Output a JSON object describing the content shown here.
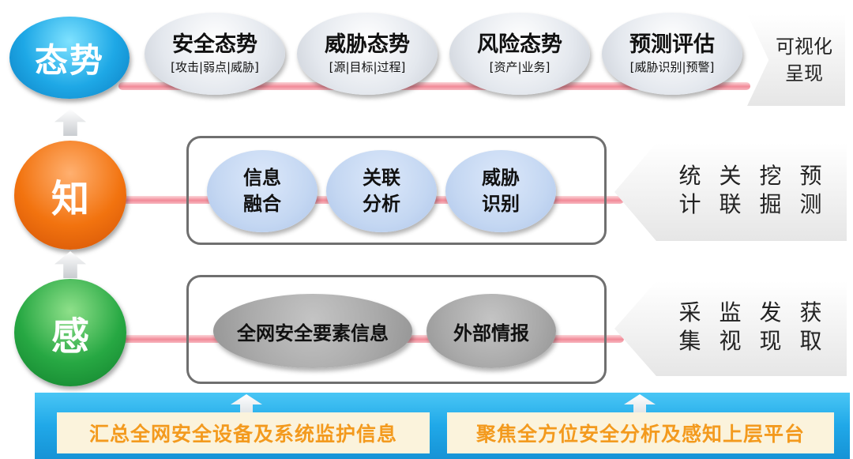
{
  "levels": {
    "top": "态势",
    "middle": "知",
    "bottom": "感"
  },
  "situation": [
    {
      "title": "安全态势",
      "sub": "[攻击|弱点|威胁]"
    },
    {
      "title": "威胁态势",
      "sub": "[源|目标|过程]"
    },
    {
      "title": "风险态势",
      "sub": "[资产|业务]"
    },
    {
      "title": "预测评估",
      "sub": "[威胁识别|预警]"
    }
  ],
  "visual": {
    "line1": "可视化",
    "line2": "呈现"
  },
  "knowledge": [
    {
      "line1": "信息",
      "line2": "融合"
    },
    {
      "line1": "关联",
      "line2": "分析"
    },
    {
      "line1": "威胁",
      "line2": "识别"
    }
  ],
  "knowledge_methods": [
    "统",
    "关",
    "挖",
    "预",
    "计",
    "联",
    "掘",
    "测"
  ],
  "perception": [
    "全网安全要素信息",
    "外部情报"
  ],
  "perception_methods": [
    "采",
    "监",
    "发",
    "获",
    "集",
    "视",
    "现",
    "取"
  ],
  "bottom": {
    "left": "汇总全网安全设备及系统监护信息",
    "right": "聚焦全方位安全分析及感知上层平台"
  }
}
